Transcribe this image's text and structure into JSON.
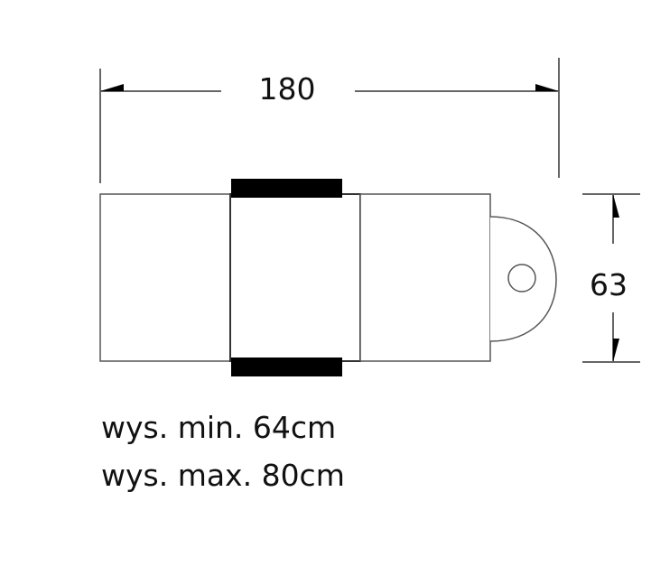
{
  "diagram": {
    "width_dimension": {
      "value": "180"
    },
    "height_dimension": {
      "value": "63"
    },
    "specs": [
      {
        "text": "wys. min. 64cm"
      },
      {
        "text": "wys. max. 80cm"
      }
    ],
    "colors": {
      "line": "#555555",
      "strap": "#000000",
      "text": "#111111",
      "background": "#ffffff"
    }
  }
}
